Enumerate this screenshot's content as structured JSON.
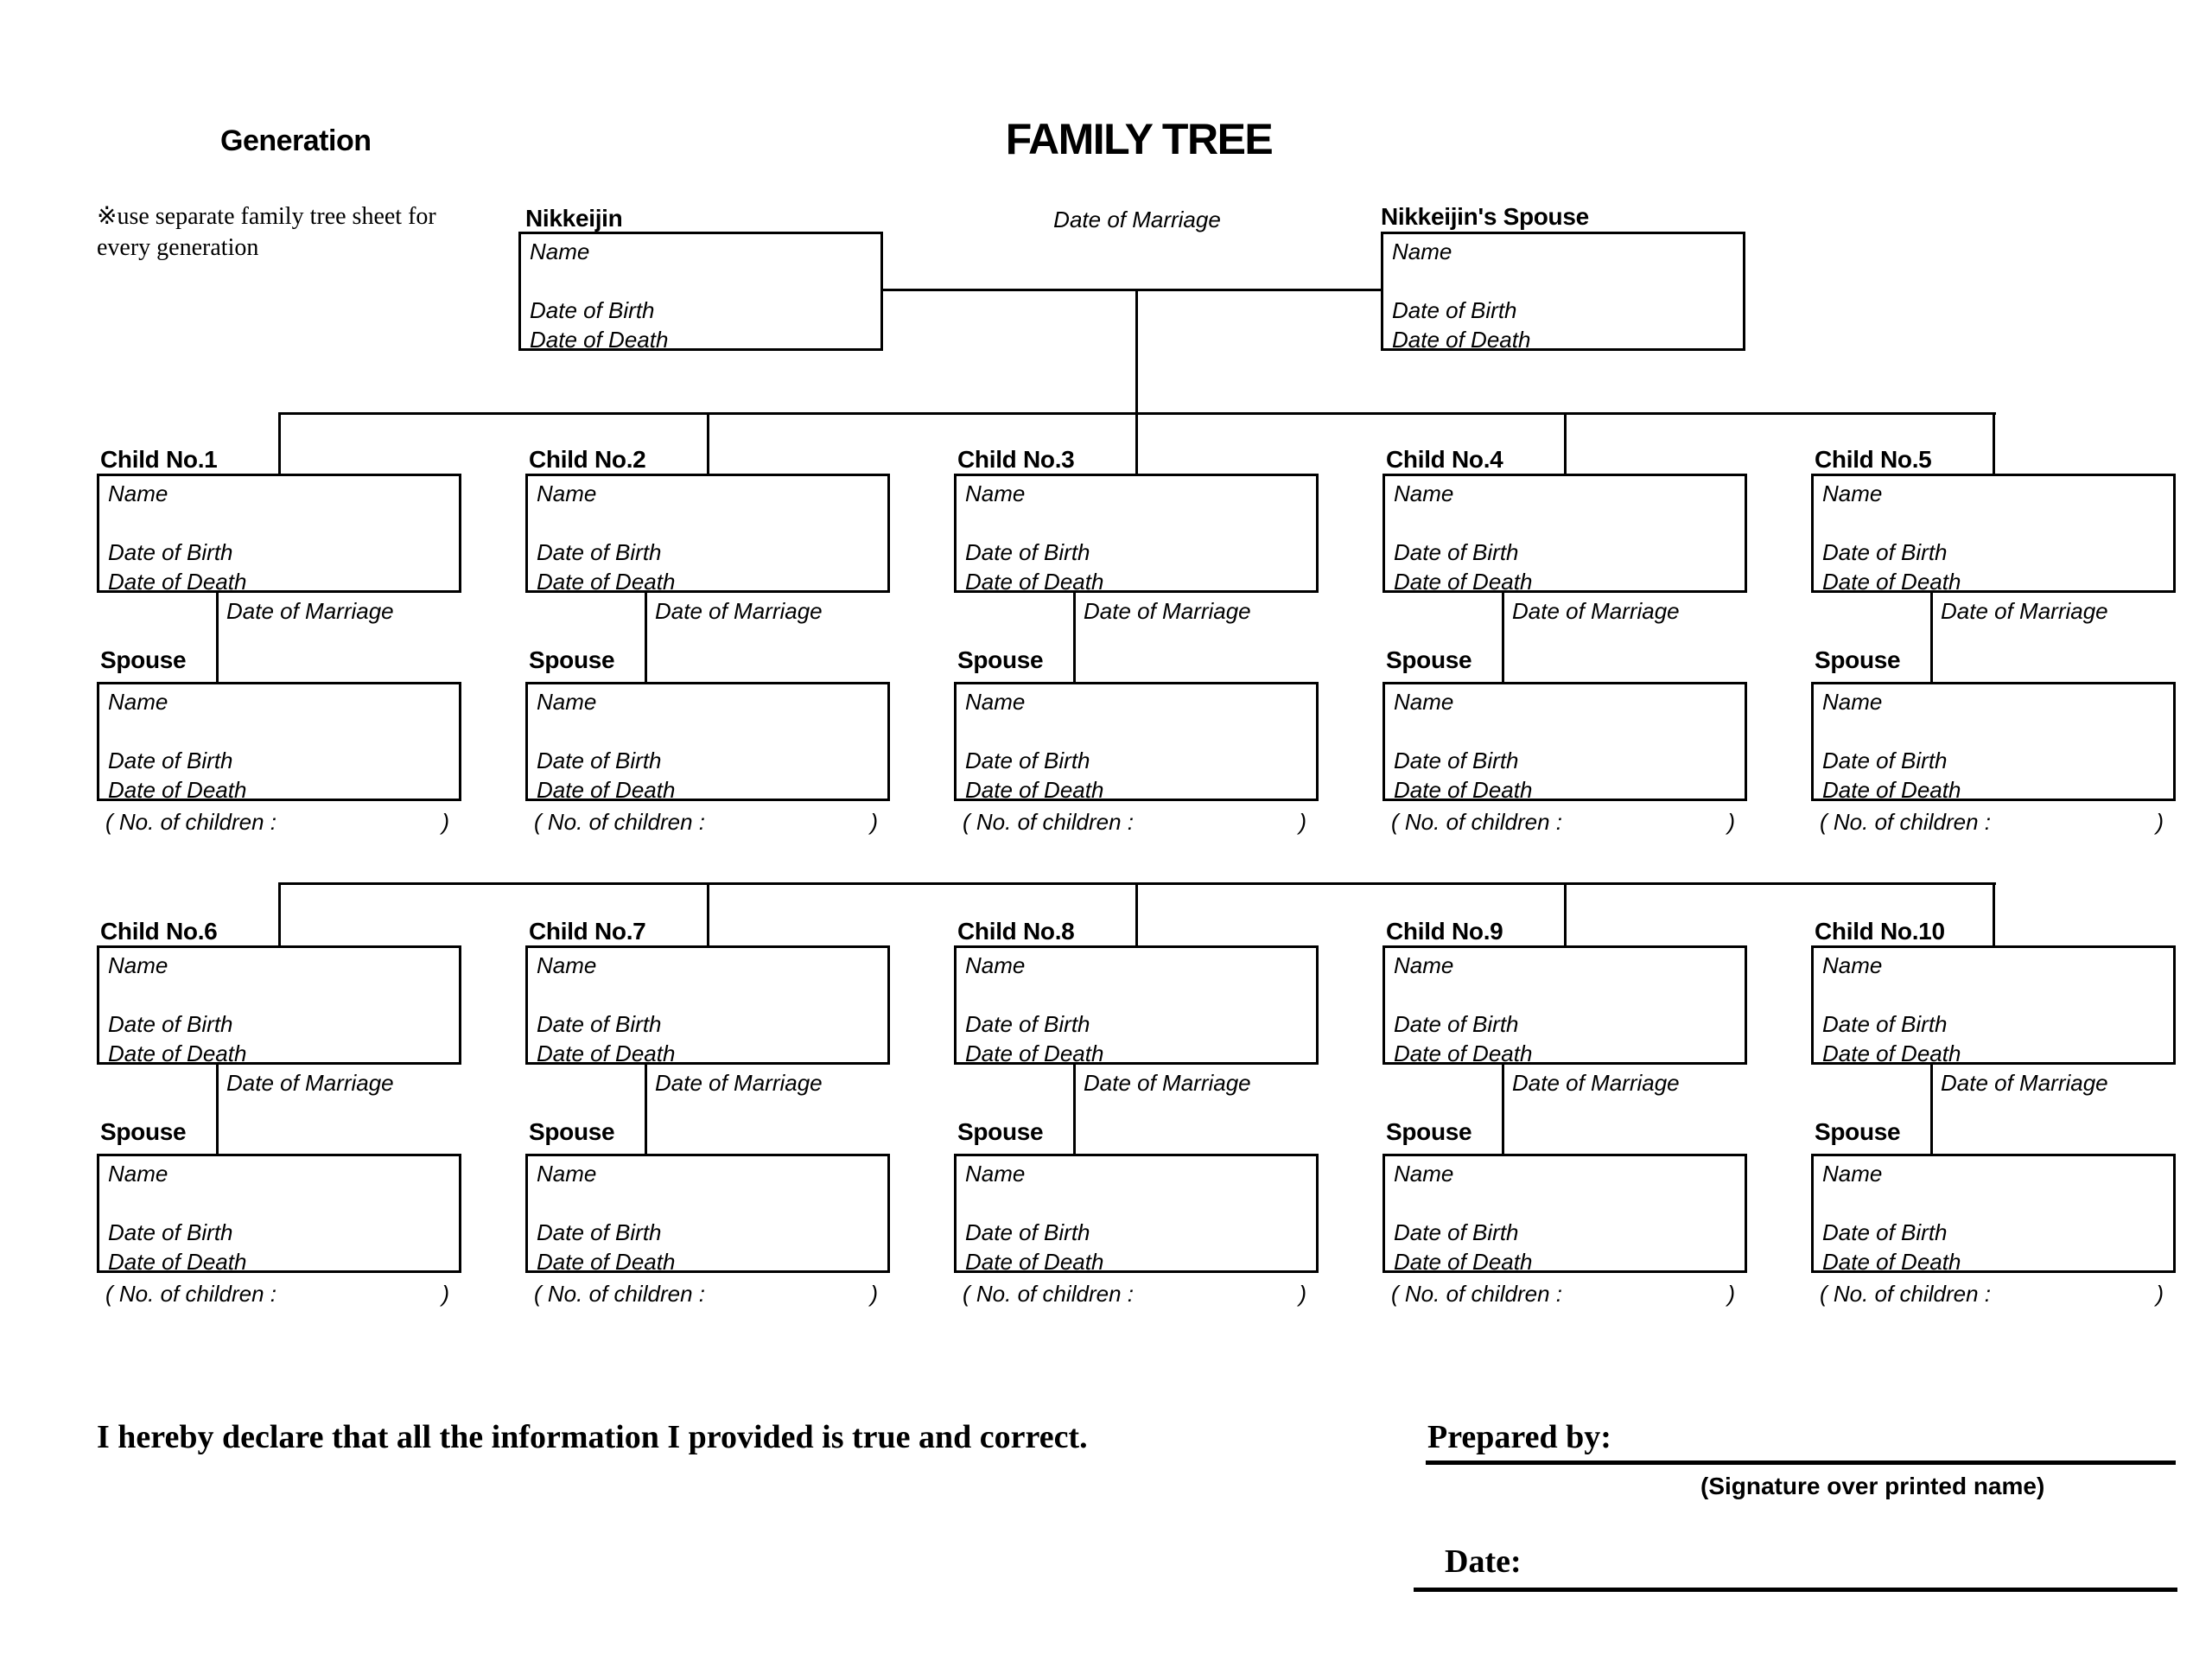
{
  "header": {
    "generation_label": "Generation",
    "title": "FAMILY TREE",
    "note": "※use separate family tree sheet for every generation"
  },
  "parents": {
    "person_label": "Nikkeijin",
    "marriage_label": "Date of Marriage",
    "spouse_label": "Nikkeijin's Spouse"
  },
  "field_labels": {
    "name": "Name",
    "date_of_birth": "Date of Birth",
    "date_of_death": "Date of Death",
    "date_of_marriage": "Date of Marriage",
    "spouse": "Spouse",
    "no_of_children_open": "( No. of children :",
    "no_of_children_close": ")"
  },
  "children": [
    {
      "label": "Child No.1"
    },
    {
      "label": "Child No.2"
    },
    {
      "label": "Child No.3"
    },
    {
      "label": "Child No.4"
    },
    {
      "label": "Child No.5"
    },
    {
      "label": "Child No.6"
    },
    {
      "label": "Child No.7"
    },
    {
      "label": "Child No.8"
    },
    {
      "label": "Child No.9"
    },
    {
      "label": "Child No.10"
    }
  ],
  "footer": {
    "declaration": "I hereby declare that all the information I provided is true and correct.",
    "prepared_by_label": "Prepared by:",
    "signature_caption": "(Signature over printed name)",
    "date_label": "Date:"
  },
  "colors": {
    "background": "#ffffff",
    "ink": "#000000"
  }
}
